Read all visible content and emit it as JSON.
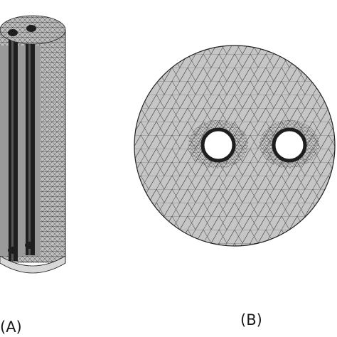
{
  "figure": {
    "panels": [
      {
        "label": "(A)",
        "subject": "cylinder-3d-mesh",
        "cut": "cutaway"
      },
      {
        "label": "(B)",
        "subject": "disk-cross-section-mesh",
        "hole_count": 2
      }
    ],
    "colors": {
      "background": "#ffffff",
      "mesh_face": "#c4c4c4",
      "mesh_lines": "#3a3a3a",
      "conductor": "#1e1e1e",
      "outline": "#222222",
      "hole": "#ffffff"
    }
  }
}
